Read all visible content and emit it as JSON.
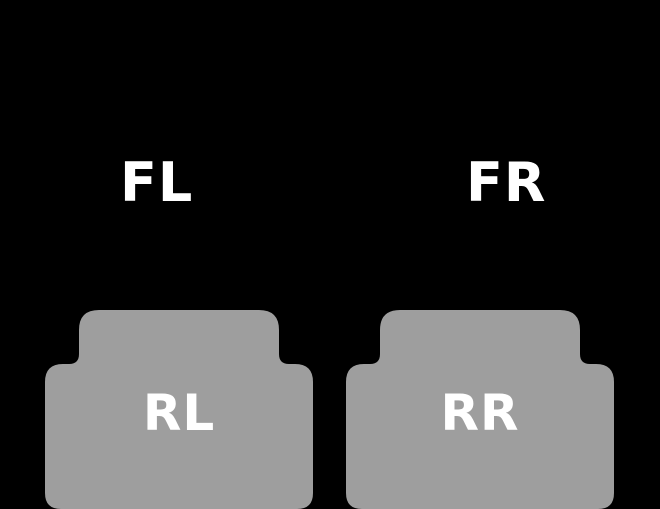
{
  "diagram": {
    "description": "Car floor mat position diagram",
    "labels": {
      "front_left": "FL",
      "front_right": "FR",
      "rear_left": "RL",
      "rear_right": "RR"
    }
  },
  "colors": {
    "background": "#000000",
    "mat": "#9e9e9e",
    "label_text": "#ffffff"
  }
}
